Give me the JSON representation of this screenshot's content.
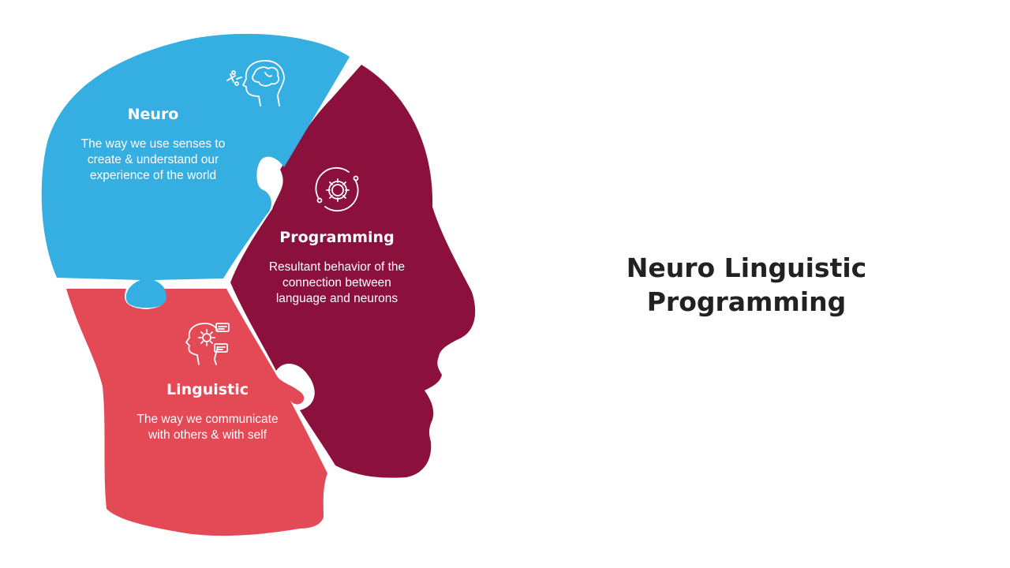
{
  "slide": {
    "title_line1": "Neuro Linguistic",
    "title_line2": "Programming"
  },
  "pieces": {
    "neuro": {
      "title": "Neuro",
      "desc": [
        "The way we use senses to",
        "create & understand our",
        "experience of the world"
      ],
      "color": "#35AEE2",
      "icon": "brain-head-icon"
    },
    "programming": {
      "title": "Programming",
      "desc": [
        "Resultant behavior of the",
        "connection between",
        "language and neurons"
      ],
      "color": "#8C103C",
      "icon": "gear-cycle-icon"
    },
    "linguistic": {
      "title": "Linguistic",
      "desc": [
        "The way we communicate",
        "with others & with self"
      ],
      "color": "#E44A56",
      "icon": "head-gear-chat-icon"
    }
  }
}
